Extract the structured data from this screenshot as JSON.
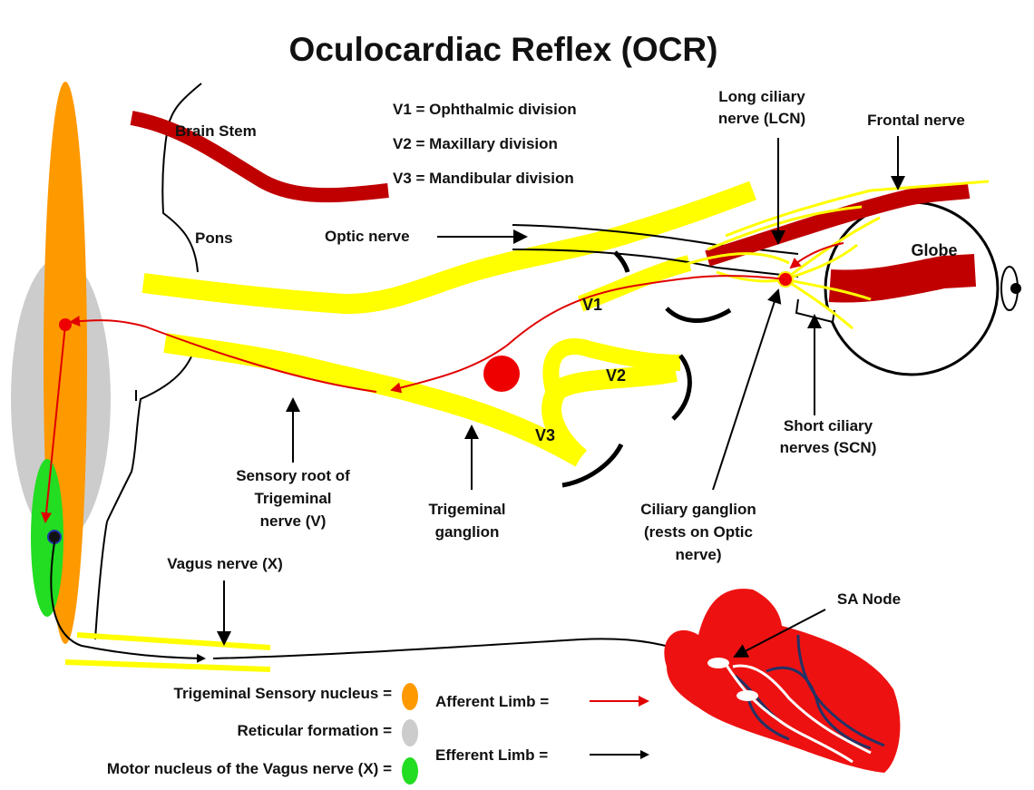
{
  "title": "Oculocardiac Reflex (OCR)",
  "colors": {
    "nerve_yellow": "#ffff00",
    "nerve_outline": "#ffe600",
    "dark_red": "#c00000",
    "red": "#e00000",
    "afferent": "#e00000",
    "efferent": "#000000",
    "orange_nucleus": "#ff9900",
    "gray_reticular": "#cccccc",
    "green_motor": "#22dd22",
    "heart": "#ee1111",
    "heart_vessel": "#223366"
  },
  "divisions": {
    "v1": "V1 = Ophthalmic division",
    "v2": "V2 = Maxillary division",
    "v3": "V3 = Mandibular division"
  },
  "labels": {
    "brain_stem": "Brain Stem",
    "pons": "Pons",
    "optic_nerve": "Optic nerve",
    "lcn_line1": "Long ciliary",
    "lcn_line2": "nerve (LCN)",
    "frontal_nerve": "Frontal nerve",
    "globe": "Globe",
    "v1": "V1",
    "v2": "V2",
    "v3": "V3",
    "scn_line1": "Short ciliary",
    "scn_line2": "nerves (SCN)",
    "sensory_root_line1": "Sensory root of",
    "sensory_root_line2": "Trigeminal",
    "sensory_root_line3": "nerve (V)",
    "trig_ganglion_line1": "Trigeminal",
    "trig_ganglion_line2": "ganglion",
    "ciliary_ganglion_line1": "Ciliary ganglion",
    "ciliary_ganglion_line2": "(rests on Optic",
    "ciliary_ganglion_line3": "nerve)",
    "vagus_nerve": "Vagus nerve (X)",
    "sa_node": "SA Node"
  },
  "legend": {
    "trigeminal_sensory": "Trigeminal Sensory nucleus =",
    "reticular": "Reticular formation =",
    "motor_vagus": "Motor nucleus of the Vagus  nerve (X) =",
    "afferent": "Afferent Limb =",
    "efferent": "Efferent Limb ="
  }
}
